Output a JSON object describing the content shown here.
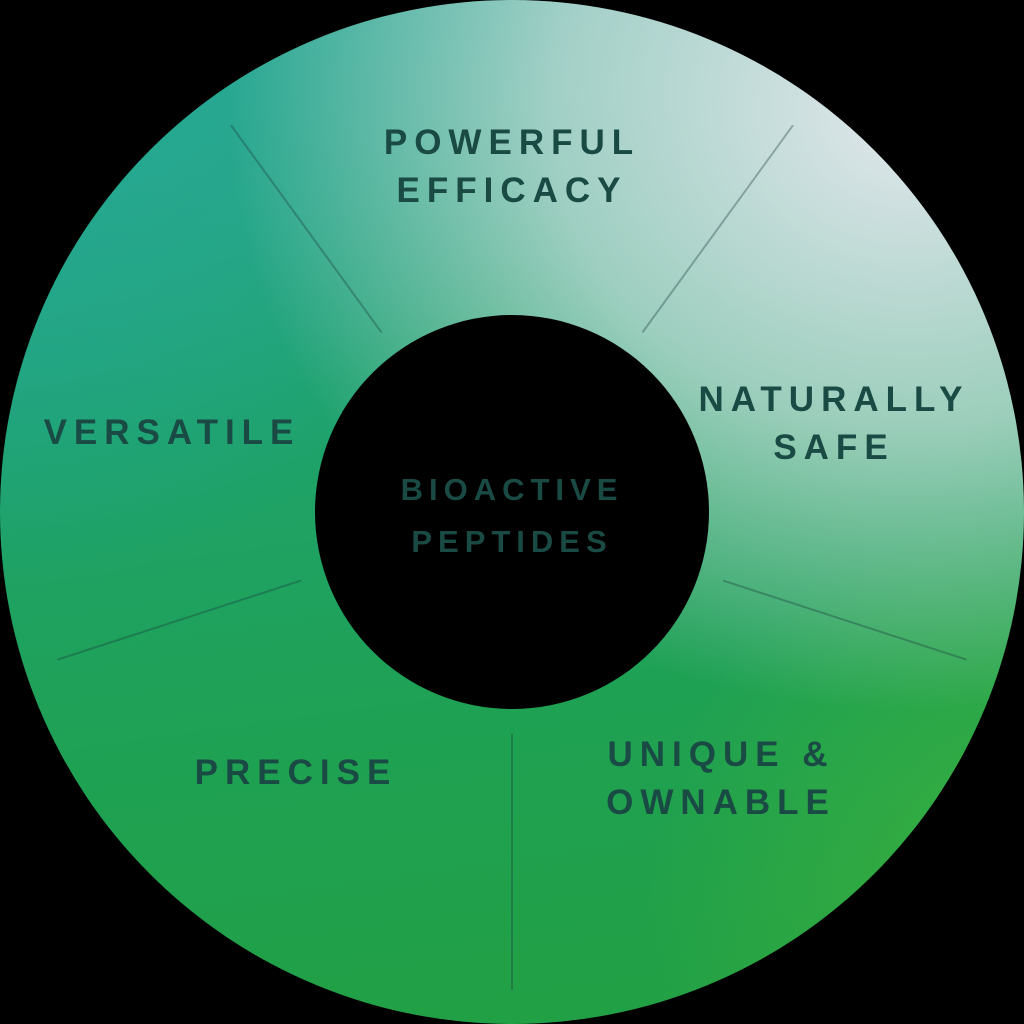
{
  "diagram": {
    "center_label": {
      "lines": [
        "BIOACTIVE",
        "PEPTIDES"
      ]
    },
    "segments": [
      {
        "name": "powerful-efficacy",
        "lines": [
          "POWERFUL",
          "EFFICACY"
        ]
      },
      {
        "name": "naturally-safe",
        "lines": [
          "NATURALLY",
          "SAFE"
        ]
      },
      {
        "name": "unique-ownable",
        "lines": [
          "UNIQUE &",
          "OWNABLE"
        ]
      },
      {
        "name": "precise",
        "lines": [
          "PRECISE"
        ]
      },
      {
        "name": "versatile",
        "lines": [
          "VERSATILE"
        ]
      }
    ],
    "colors": {
      "label_text": "#1a4a44",
      "gradient_teal_top_left": "#2aa89a",
      "gradient_light_top_right": "#e8e9ef",
      "gradient_green_bottom": "#23a042",
      "gradient_bright_green_bottom_right": "#48b734",
      "divider_line": "rgba(26,57,60,0.35)",
      "background": "#000000"
    }
  }
}
